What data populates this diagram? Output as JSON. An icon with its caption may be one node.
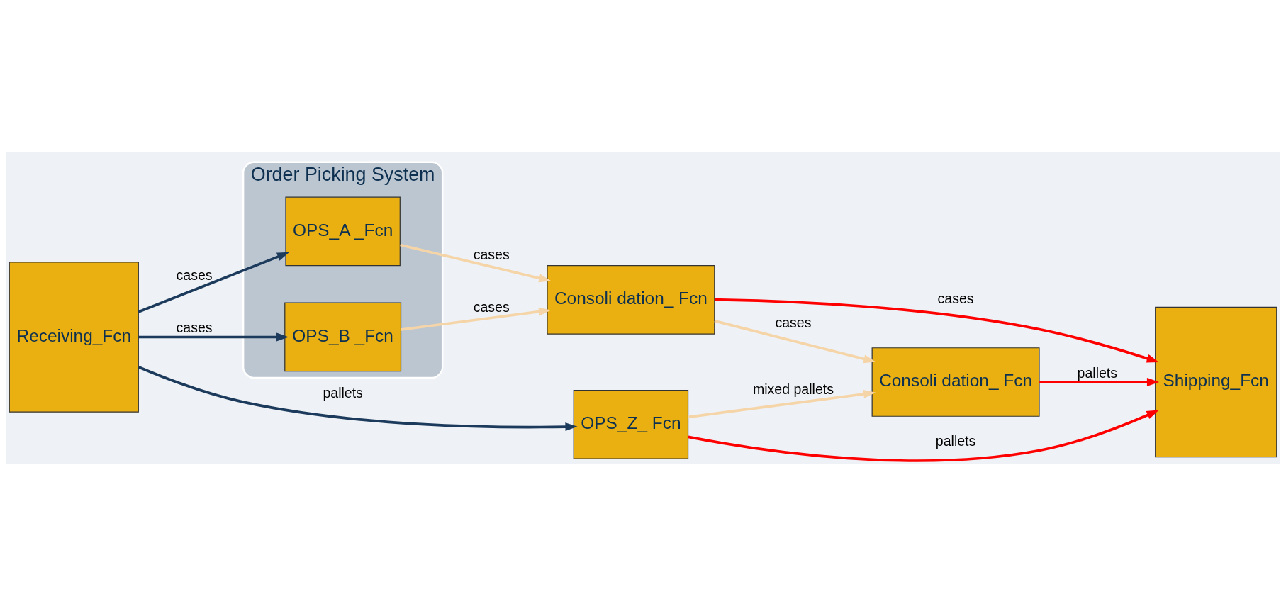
{
  "diagram": {
    "nodes": [
      {
        "text": [
          "Order Picking System"
        ]
      },
      {
        "text": [
          "Receiving_Fcn"
        ]
      },
      {
        "text": [
          "OPS_A _Fcn"
        ],
        "in": 0
      },
      {
        "text": [
          "OPS_B _Fcn"
        ],
        "in": 0
      },
      {
        "text": [
          "OPS_Z_ Fcn"
        ]
      },
      {
        "text": [
          "Consoli dation_ Fcn"
        ]
      },
      {
        "text": [
          "Consoli dation_ Fcn"
        ]
      },
      {
        "text": [
          "Shipping_Fcn"
        ]
      }
    ],
    "edges": [
      {
        "from": 1,
        "to": 2,
        "arrow": "to",
        "label": "cases",
        "color": "#1b3a5c"
      },
      {
        "from": 1,
        "to": 3,
        "arrow": "to",
        "label": "cases",
        "color": "#1b3a5c"
      },
      {
        "from": 1,
        "to": 4,
        "arrow": "to",
        "label": "pallets",
        "color": "#1b3a5c"
      },
      {
        "from": 2,
        "to": 5,
        "arrow": "to",
        "label": "cases",
        "color": "#f5d5a8"
      },
      {
        "from": 3,
        "to": 5,
        "arrow": "to",
        "label": "cases",
        "color": "#f5d5a8"
      },
      {
        "from": 5,
        "to": 7,
        "arrow": "to",
        "label": "cases",
        "color": "#ff0000"
      },
      {
        "from": 5,
        "to": 6,
        "arrow": "to",
        "label": "cases",
        "color": "#f5d5a8"
      },
      {
        "from": 6,
        "to": 7,
        "arrow": "to",
        "label": "pallets",
        "color": "#ff0000"
      },
      {
        "from": 4,
        "to": 6,
        "arrow": "to",
        "label": "mixed pallets",
        "color": "#f5d5a8"
      },
      {
        "from": 4,
        "to": 7,
        "arrow": "to",
        "label": "pallets",
        "color": "#ff0000"
      }
    ]
  }
}
